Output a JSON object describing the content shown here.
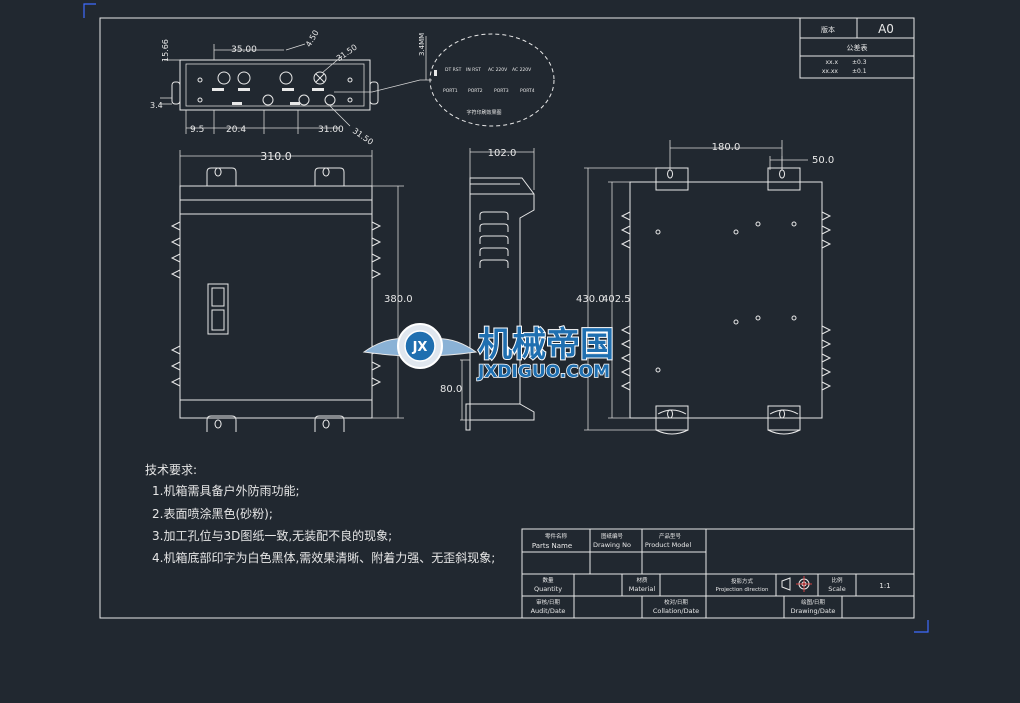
{
  "title_block_top": {
    "version_label": "版本",
    "version_value": "A0",
    "tolerance_heading": "公差表",
    "tol_rows": [
      {
        "format": "xx.x",
        "value": "±0.3"
      },
      {
        "format": "xx.xx",
        "value": "±0.1"
      }
    ]
  },
  "dimensions": {
    "top_view": {
      "d1": "35.00",
      "d2": "4.50",
      "d3": "31.50",
      "d4": "15.66",
      "d5": "3.4",
      "d6": "9.5",
      "d7": "20.4",
      "d8": "31.00",
      "d9": "31.50",
      "detail": "3.4MM"
    },
    "front_view": {
      "width": "310.0",
      "height": "380.0"
    },
    "side_view": {
      "depth": "102.0",
      "bottom": "80.0"
    },
    "back_view": {
      "hole_spacing": "180.0",
      "edge": "50.0",
      "height1": "430.0",
      "height2": "402.5"
    }
  },
  "detail_labels": {
    "row1": [
      "DT RST",
      "IN RST",
      "AC 220V",
      "AC 220V"
    ],
    "row2": [
      "PORT1",
      "PORT2",
      "PORT3",
      "PORT4"
    ],
    "caption": "字符印刷效果图"
  },
  "watermark": {
    "cn": "机械帝国",
    "en": "JXDIGUO.COM",
    "badge": "JX"
  },
  "notes": {
    "heading": "技术要求:",
    "items": [
      "1.机箱需具备户外防雨功能;",
      "2.表面喷涂黑色(砂粉);",
      "3.加工孔位与3D图纸一致,无装配不良的现象;",
      "4.机箱底部印字为白色黑体,需效果清晰、附着力强、无歪斜现象;"
    ]
  },
  "title_block": {
    "parts_name": {
      "cn": "零件名称",
      "en": "Parts Name"
    },
    "drawing_no": {
      "cn": "图纸编号",
      "en": "Drawing No"
    },
    "product_model": {
      "cn": "产品型号",
      "en": "Product Model"
    },
    "quantity": {
      "cn": "数量",
      "en": "Quantity"
    },
    "material": {
      "cn": "材质",
      "en": "Material"
    },
    "projection": {
      "cn": "投影方式",
      "en": "Projection direction"
    },
    "scale": {
      "cn": "比例",
      "en": "Scale"
    },
    "scale_value": "1:1",
    "audit": {
      "cn": "审核/日期",
      "en": "Audit/Date"
    },
    "collation": {
      "cn": "校对/日期",
      "en": "Collation/Date"
    },
    "drawing": {
      "cn": "绘图/日期",
      "en": "Drawing/Date"
    }
  },
  "colors": {
    "background": "#212830",
    "line": "#e8e8e8",
    "corner_mark": "#3f6bff",
    "watermark_blue": "#1f6fb0"
  }
}
